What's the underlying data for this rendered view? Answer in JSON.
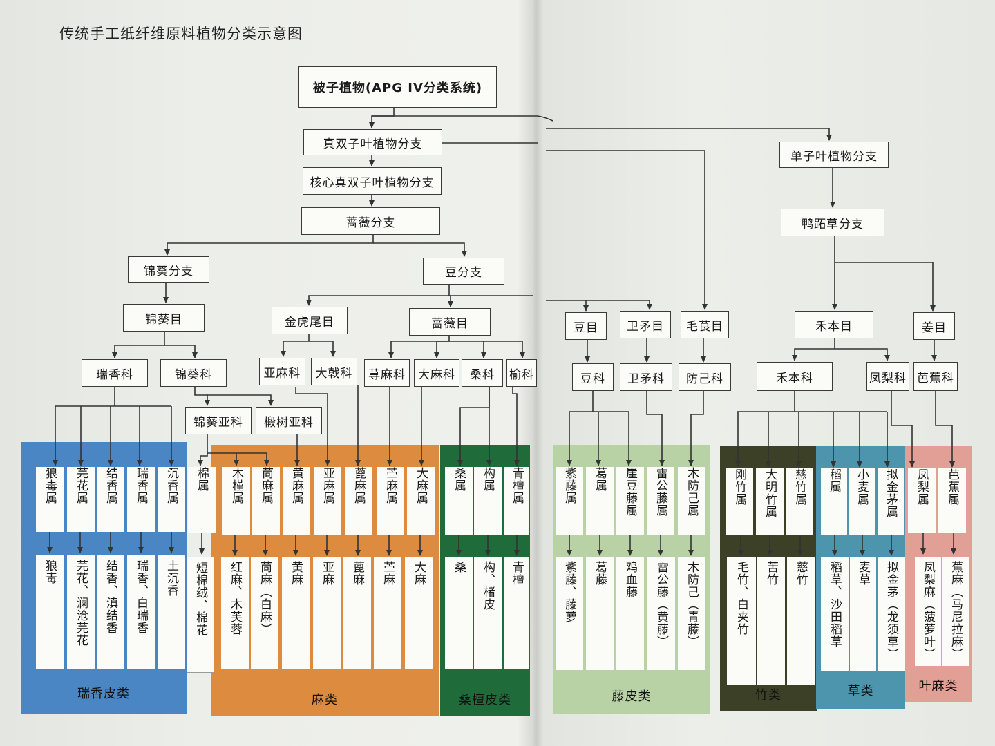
{
  "title": "传统手工纸纤维原料植物分类示意图",
  "colors": {
    "ruixiang": "#4a86c4",
    "ma": "#dc8b3f",
    "sangtan": "#1f6b3a",
    "tengpi": "#b9d2a5",
    "zhu": "#3c4026",
    "cao": "#4d94ad",
    "yema": "#e19f96",
    "line": "#333333"
  },
  "nodes": {
    "root": "被子植物(APG IV分类系统)",
    "zhenshuang": "真双子叶植物分支",
    "hexin": "核心真双子叶植物分支",
    "qiangwei": "蔷薇分支",
    "jinkui_fz": "锦葵分支",
    "dou_fz": "豆分支",
    "jinkui_mu": "锦葵目",
    "jinhuwei_mu": "金虎尾目",
    "qiangwei_mu": "蔷薇目",
    "ruixiang_ke": "瑞香科",
    "jinkui_ke": "锦葵科",
    "jinkui_yake": "锦葵亚科",
    "duanshu_yake": "椴树亚科",
    "yama_ke": "亚麻科",
    "daji_ke": "大戟科",
    "xunma_ke": "荨麻科",
    "dama_ke": "大麻科",
    "sang_ke": "桑科",
    "yu_ke": "榆科",
    "dou_mu": "豆目",
    "weimao_mu": "卫矛目",
    "maogen_mu": "毛茛目",
    "dou_ke": "豆科",
    "weimao_ke": "卫矛科",
    "fangji_ke": "防己科",
    "danzi": "单子叶植物分支",
    "yazhicao": "鸭跖草分支",
    "heben_mu": "禾本目",
    "jiang_mu": "姜目",
    "heben_ke": "禾本科",
    "fengli_ke": "凤梨科",
    "bajiao_ke": "芭蕉科"
  },
  "genera": {
    "langdu": "狼毒属",
    "yuanhua": "芫花属",
    "jiexiang": "结香属",
    "ruixiang": "瑞香属",
    "chenxiang": "沉香属",
    "mian": "棉属",
    "mujin": "木槿属",
    "qingma": "苘麻属",
    "huangma": "黄麻属",
    "yama": "亚麻属",
    "bima": "蓖麻属",
    "zhuma": "苎麻属",
    "dama": "大麻属",
    "sang": "桑属",
    "gou": "构属",
    "qingtan": "青檀属",
    "ziteng": "紫藤属",
    "ge": "葛属",
    "yadouteng": "崖豆藤属",
    "leigongteng": "雷公藤属",
    "mufangji": "木防己属",
    "gangzhu": "刚竹属",
    "damingzhu": "大明竹属",
    "cizhu": "慈竹属",
    "dao": "稻属",
    "xiaomai": "小麦属",
    "nijinmao": "拟金茅属",
    "fengli": "凤梨属",
    "bajiao": "芭蕉属"
  },
  "species": {
    "langdu": "狼毒",
    "yuanhua": "芫花、澜沧芫花",
    "jiexiang": "结香、滇结香",
    "ruixiang": "瑞香、白瑞香",
    "chenxiang": "土沉香",
    "mian": "短棉绒、棉花",
    "mujin": "红麻、木芙蓉",
    "qingma": "苘麻（白麻）",
    "huangma": "黄麻",
    "yama": "亚麻",
    "bima": "蓖麻",
    "zhuma": "苎麻",
    "dama": "大麻",
    "sang": "桑",
    "gou": "构、楮皮",
    "qingtan": "青檀",
    "ziteng": "紫藤、藤萝",
    "ge": "葛藤",
    "yadouteng": "鸡血藤",
    "leigongteng": "雷公藤（黄藤）",
    "mufangji": "木防己（青藤）",
    "gangzhu": "毛竹、白夹竹",
    "damingzhu": "苦竹",
    "cizhu": "慈竹",
    "dao": "稻草、沙田稻草",
    "xiaomai": "麦草",
    "nijinmao": "拟金茅（龙须草）",
    "fengli": "凤梨麻（菠萝叶）",
    "bajiao": "蕉麻（马尼拉麻）"
  },
  "groups": {
    "ruixiang": "瑞香皮类",
    "ma": "麻类",
    "sangtan": "桑檀皮类",
    "tengpi": "藤皮类",
    "zhu": "竹类",
    "cao": "草类",
    "yema": "叶麻类"
  }
}
